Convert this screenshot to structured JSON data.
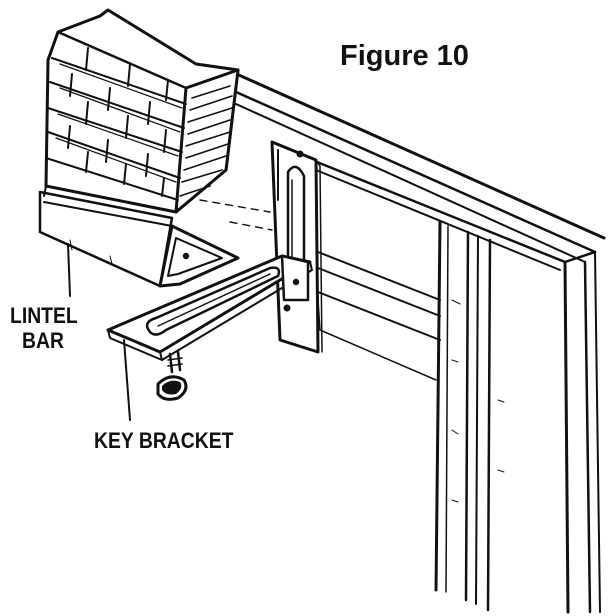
{
  "figure": {
    "title": "Figure 10",
    "labels": {
      "lintel_line1": "LINTEL",
      "lintel_line2": "BAR",
      "key_bracket": "KEY BRACKET"
    },
    "colors": {
      "ink": "#111111",
      "background": "#ffffff"
    }
  }
}
